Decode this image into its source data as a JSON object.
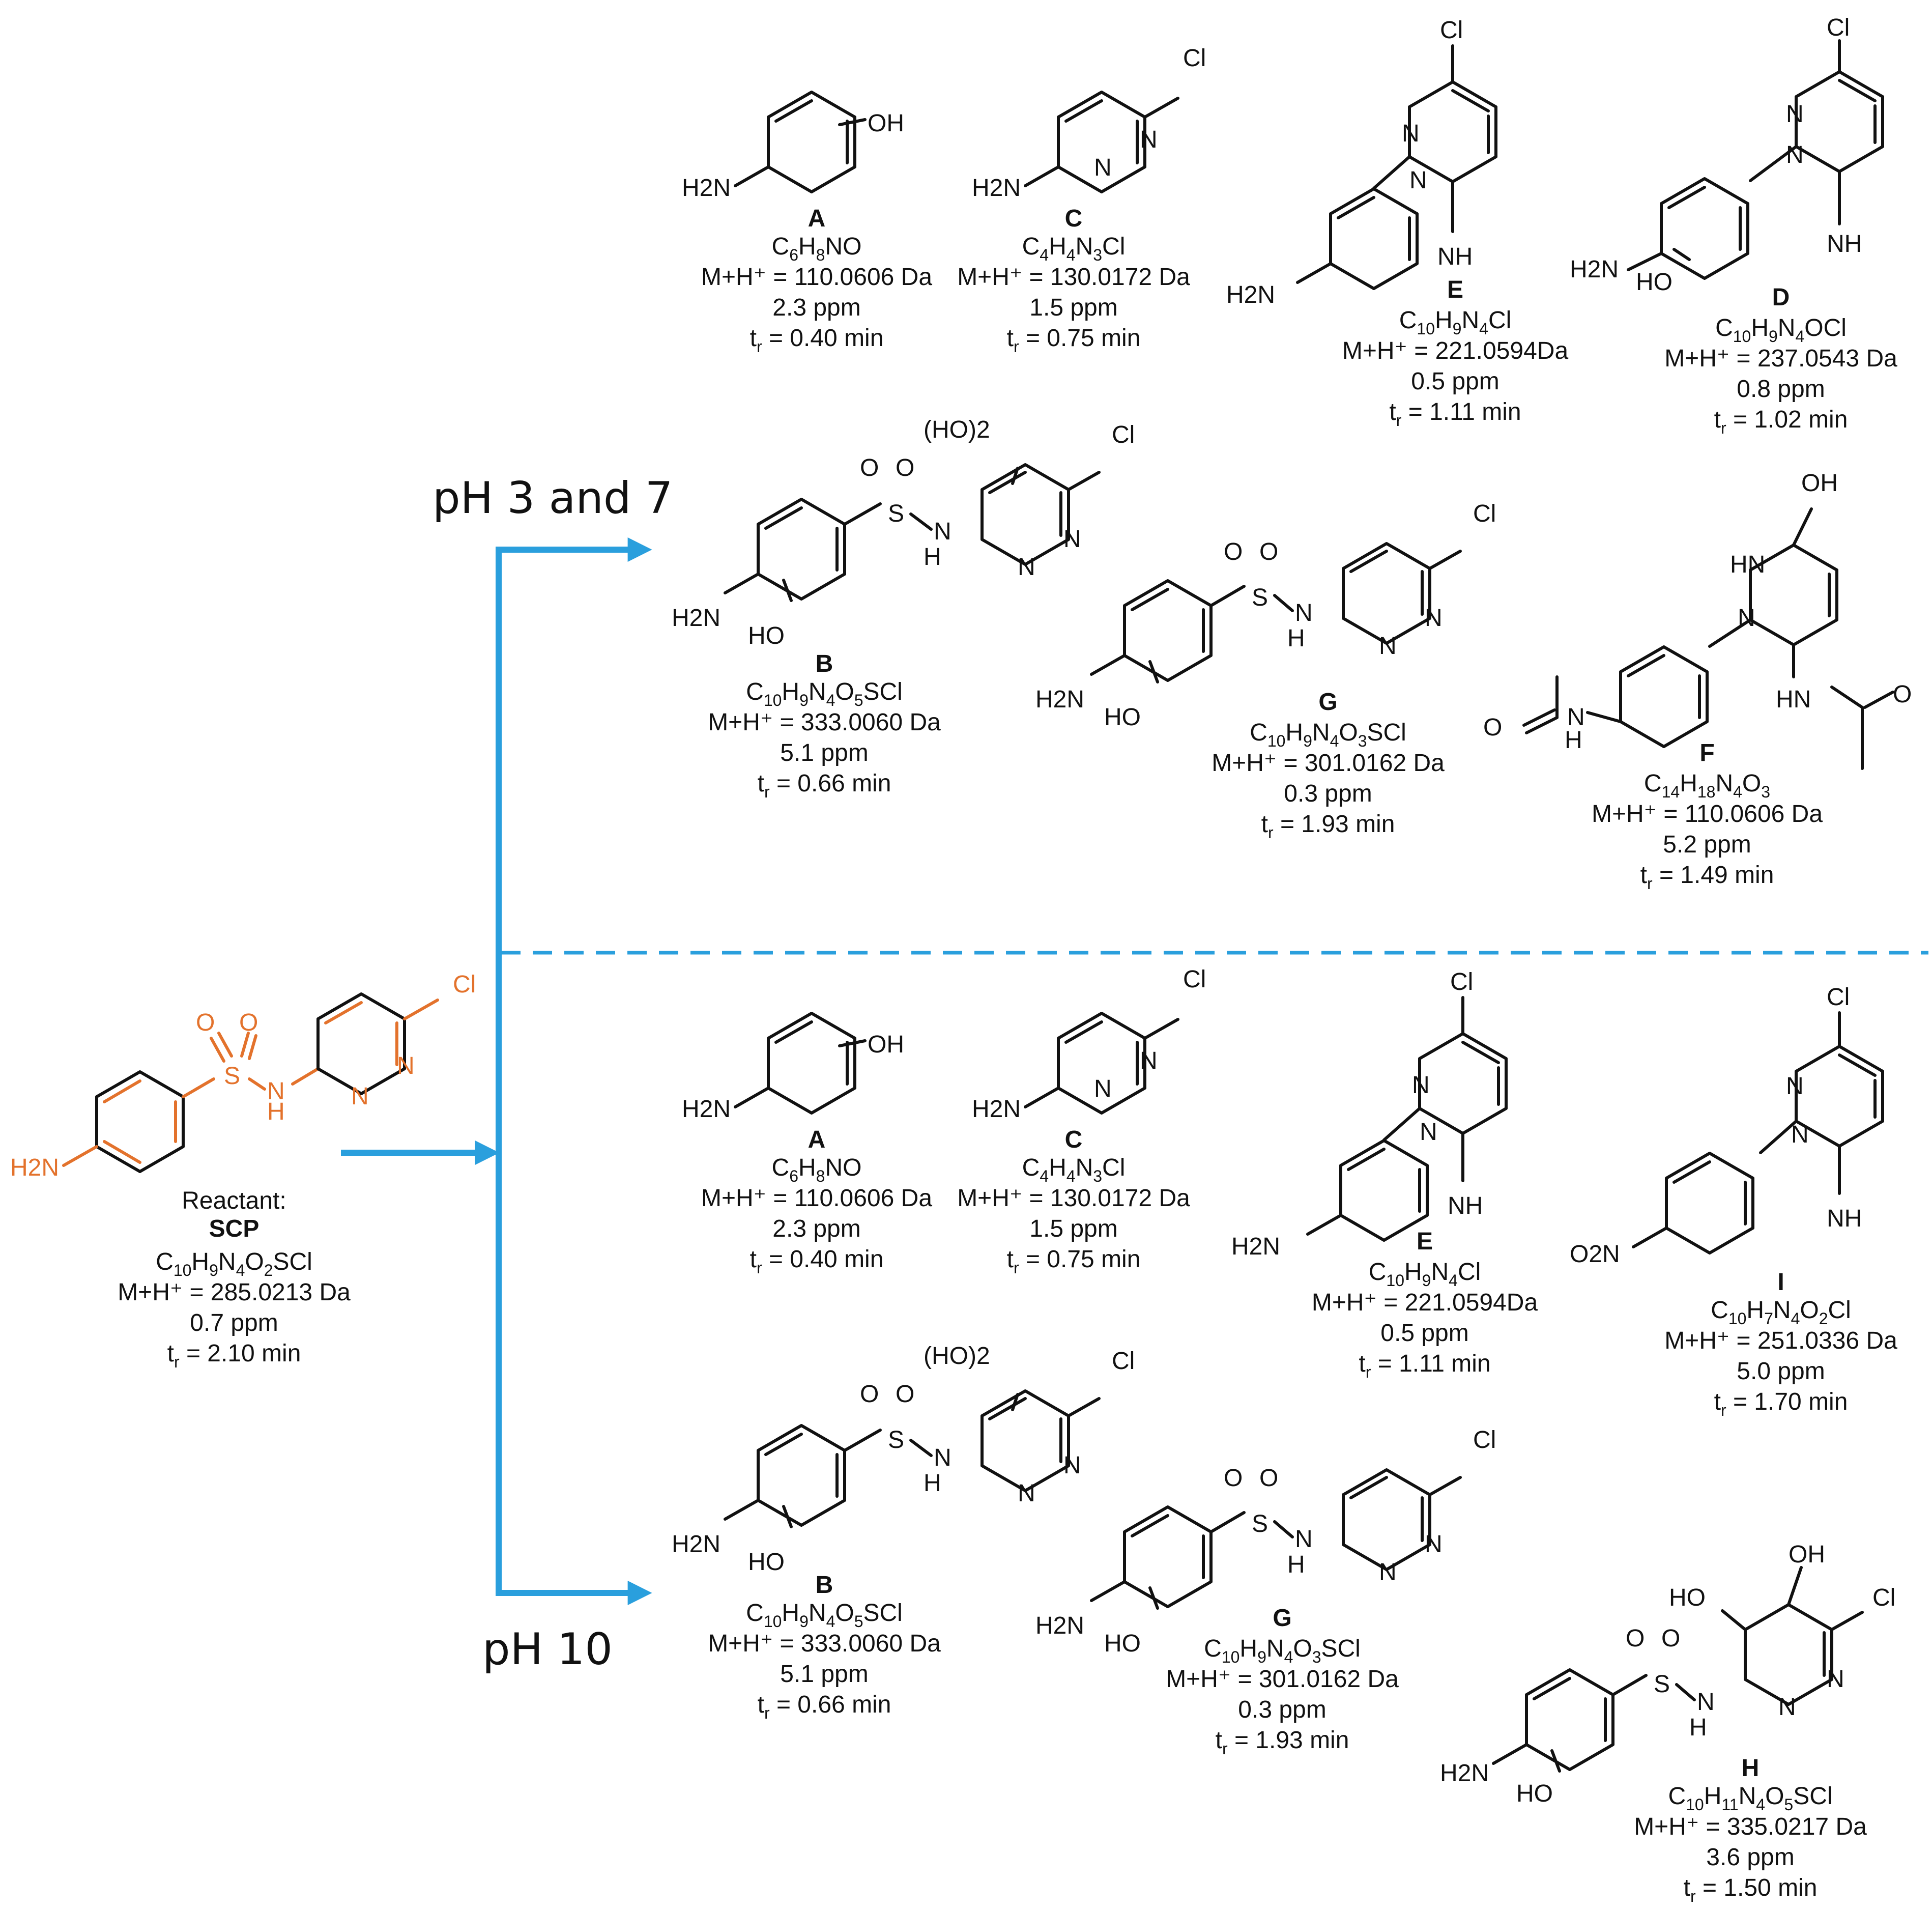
{
  "conditions": {
    "acidic": "pH 3 and 7",
    "basic": "pH 10"
  },
  "reactant": {
    "heading": "Reactant:",
    "label": "SCP",
    "formula": [
      [
        "C",
        ""
      ],
      [
        "10",
        "s"
      ],
      [
        "H",
        ""
      ],
      [
        "9",
        "s"
      ],
      [
        "N",
        ""
      ],
      [
        "4",
        "s"
      ],
      [
        "O",
        ""
      ],
      [
        "2",
        "s"
      ],
      [
        "SCl",
        ""
      ]
    ],
    "mass": "M+H⁺ = 285.0213 Da",
    "ppm": "0.7 ppm",
    "tr": "= 2.10 min"
  },
  "atoms": {
    "cl": "Cl",
    "oh": "OH",
    "ho": "HO",
    "h2n": "H2N",
    "n": "N",
    "nh": "NH",
    "h": "H",
    "hn": "HN",
    "o": "O",
    "s": "S",
    "ho2": "(HO)2",
    "o2n": "O2N"
  },
  "products": {
    "A": {
      "label": "A",
      "formula": [
        [
          "C",
          ""
        ],
        [
          "6",
          "s"
        ],
        [
          "H",
          ""
        ],
        [
          "8",
          "s"
        ],
        [
          "NO",
          ""
        ]
      ],
      "mass": "M+H⁺ = 110.0606 Da",
      "ppm": "2.3 ppm",
      "tr": "= 0.40 min"
    },
    "C": {
      "label": "C",
      "formula": [
        [
          "C",
          ""
        ],
        [
          "4",
          "s"
        ],
        [
          "H",
          ""
        ],
        [
          "4",
          "s"
        ],
        [
          "N",
          ""
        ],
        [
          "3",
          "s"
        ],
        [
          "Cl",
          ""
        ]
      ],
      "mass": "M+H⁺ = 130.0172 Da",
      "ppm": "1.5 ppm",
      "tr": "= 0.75 min"
    },
    "E": {
      "label": "E",
      "formula": [
        [
          "C",
          ""
        ],
        [
          "10",
          "s"
        ],
        [
          "H",
          ""
        ],
        [
          "9",
          "s"
        ],
        [
          "N",
          ""
        ],
        [
          "4",
          "s"
        ],
        [
          "Cl",
          ""
        ]
      ],
      "mass": "M+H⁺ = 221.0594Da",
      "ppm": "0.5 ppm",
      "tr": "= 1.11 min"
    },
    "D": {
      "label": "D",
      "formula": [
        [
          "C",
          ""
        ],
        [
          "10",
          "s"
        ],
        [
          "H",
          ""
        ],
        [
          "9",
          "s"
        ],
        [
          "N",
          ""
        ],
        [
          "4",
          "s"
        ],
        [
          "OCl",
          ""
        ]
      ],
      "mass": "M+H⁺ = 237.0543 Da",
      "ppm": "0.8 ppm",
      "tr": "= 1.02 min"
    },
    "B": {
      "label": "B",
      "formula": [
        [
          "C",
          ""
        ],
        [
          "10",
          "s"
        ],
        [
          "H",
          ""
        ],
        [
          "9",
          "s"
        ],
        [
          "N",
          ""
        ],
        [
          "4",
          "s"
        ],
        [
          "O",
          ""
        ],
        [
          "5",
          "s"
        ],
        [
          "SCl",
          ""
        ]
      ],
      "mass": "M+H⁺ = 333.0060 Da",
      "ppm": "5.1 ppm",
      "tr": "= 0.66 min"
    },
    "G": {
      "label": "G",
      "formula": [
        [
          "C",
          ""
        ],
        [
          "10",
          "s"
        ],
        [
          "H",
          ""
        ],
        [
          "9",
          "s"
        ],
        [
          "N",
          ""
        ],
        [
          "4",
          "s"
        ],
        [
          "O",
          ""
        ],
        [
          "3",
          "s"
        ],
        [
          "SCl",
          ""
        ]
      ],
      "mass": "M+H⁺ = 301.0162 Da",
      "ppm": "0.3 ppm",
      "tr": "= 1.93 min"
    },
    "F": {
      "label": "F",
      "formula": [
        [
          "C",
          ""
        ],
        [
          "14",
          "s"
        ],
        [
          "H",
          ""
        ],
        [
          "18",
          "s"
        ],
        [
          "N",
          ""
        ],
        [
          "4",
          "s"
        ],
        [
          "O",
          ""
        ],
        [
          "3",
          "s"
        ]
      ],
      "mass": "M+H⁺ = 110.0606 Da",
      "ppm": "5.2 ppm",
      "tr": "= 1.49 min"
    },
    "I": {
      "label": "I",
      "formula": [
        [
          "C",
          ""
        ],
        [
          "10",
          "s"
        ],
        [
          "H",
          ""
        ],
        [
          "7",
          "s"
        ],
        [
          "N",
          ""
        ],
        [
          "4",
          "s"
        ],
        [
          "O",
          ""
        ],
        [
          "2",
          "s"
        ],
        [
          "Cl",
          ""
        ]
      ],
      "mass": "M+H⁺ = 251.0336 Da",
      "ppm": "5.0 ppm",
      "tr": "= 1.70 min"
    },
    "H": {
      "label": "H",
      "formula": [
        [
          "C",
          ""
        ],
        [
          "10",
          "s"
        ],
        [
          "H",
          ""
        ],
        [
          "11",
          "s"
        ],
        [
          "N",
          ""
        ],
        [
          "4",
          "s"
        ],
        [
          "O",
          ""
        ],
        [
          "5",
          "s"
        ],
        [
          "SCl",
          ""
        ]
      ],
      "mass": "M+H⁺ = 335.0217 Da",
      "ppm": "3.6 ppm",
      "tr": "= 1.50 min"
    }
  },
  "colors": {
    "arrow": "#2a9fdd",
    "reactant": "#e3722c",
    "text": "#111111"
  }
}
